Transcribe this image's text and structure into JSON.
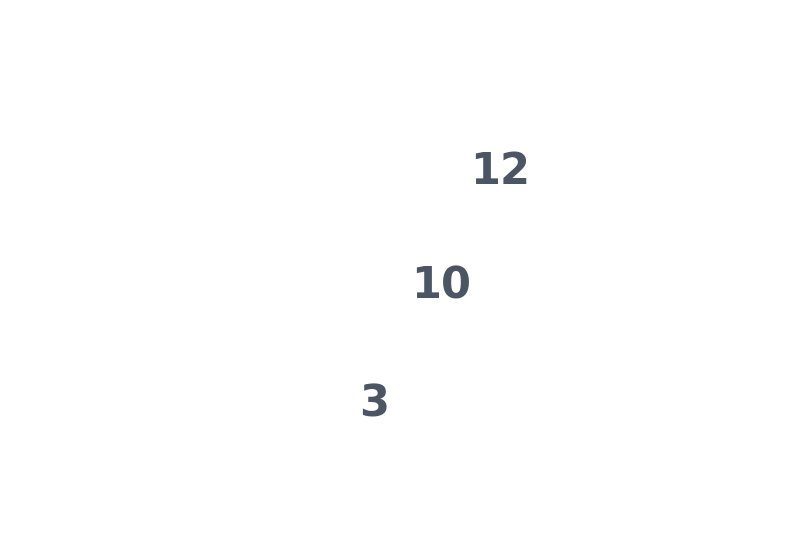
{
  "colors": {
    "background": "#ffffff",
    "number_color": "#4b5563"
  },
  "numbers": [
    {
      "value": "12"
    },
    {
      "value": "10"
    },
    {
      "value": "3"
    }
  ]
}
